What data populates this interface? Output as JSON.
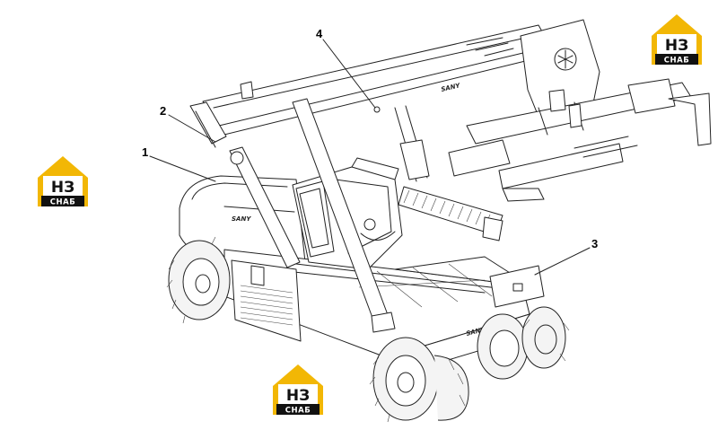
{
  "diagram": {
    "callouts": [
      "1",
      "2",
      "3",
      "4"
    ],
    "machine_brand_labels": [
      "SANY",
      "SANY",
      "SANY"
    ]
  },
  "watermark": {
    "mark": "НЗ",
    "subtitle": "СНАБ",
    "colors": {
      "roof": "#f2b705",
      "plate": "#ffffff",
      "band": "#111111"
    }
  }
}
